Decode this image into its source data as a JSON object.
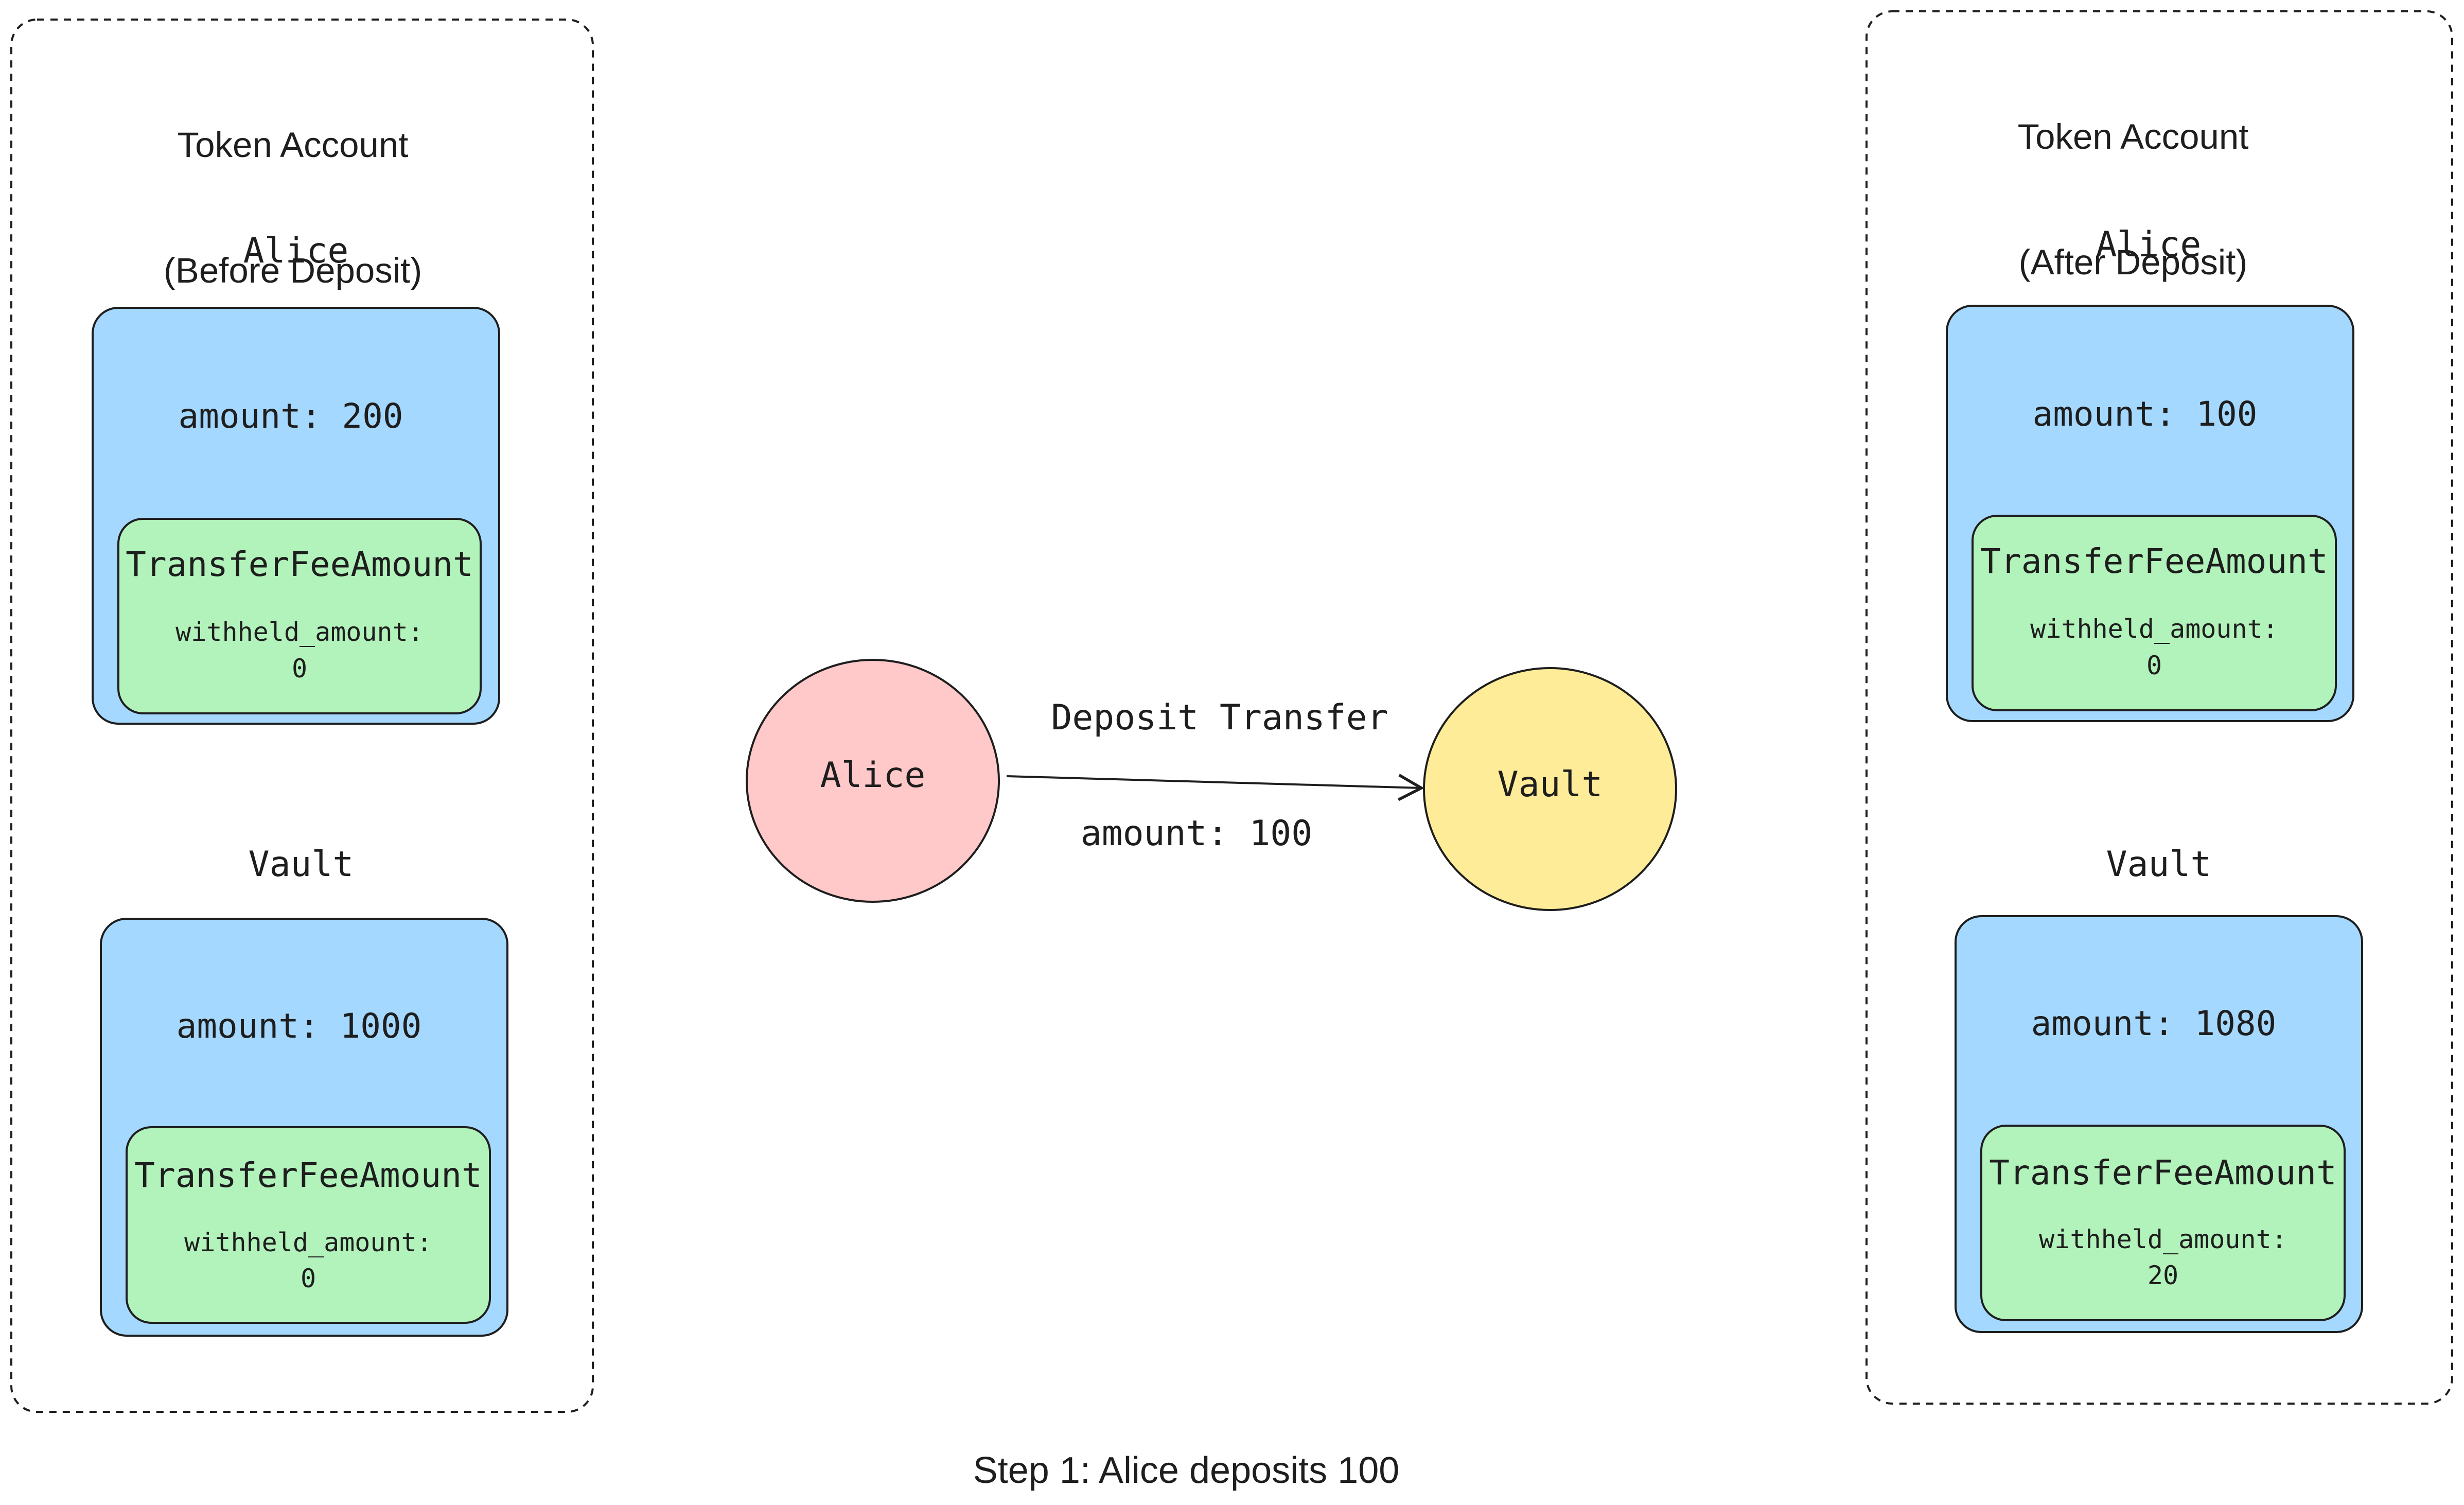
{
  "colors": {
    "stroke": "#1e1e1e",
    "account_fill": "#a5d8ff",
    "fee_fill": "#b2f2bb",
    "alice_node_fill": "#ffc9c9",
    "vault_node_fill": "#ffec99"
  },
  "before": {
    "title_line1": "Token Account",
    "title_line2": "(Before Deposit)",
    "alice": {
      "name": "Alice",
      "amount": "amount: 200",
      "fee_title": "TransferFeeAmount",
      "withheld_label": "withheld_amount:",
      "withheld_value": "0"
    },
    "vault": {
      "name": "Vault",
      "amount": "amount: 1000",
      "fee_title": "TransferFeeAmount",
      "withheld_label": "withheld_amount:",
      "withheld_value": "0"
    }
  },
  "after": {
    "title_line1": "Token Account",
    "title_line2": "(After Deposit)",
    "alice": {
      "name": "Alice",
      "amount": "amount: 100",
      "fee_title": "TransferFeeAmount",
      "withheld_label": "withheld_amount:",
      "withheld_value": "0"
    },
    "vault": {
      "name": "Vault",
      "amount": "amount: 1080",
      "fee_title": "TransferFeeAmount",
      "withheld_label": "withheld_amount:",
      "withheld_value": "20"
    }
  },
  "flow": {
    "source": "Alice",
    "target": "Vault",
    "label": "Deposit Transfer",
    "amount": "amount: 100"
  },
  "caption": "Step 1: Alice deposits 100"
}
